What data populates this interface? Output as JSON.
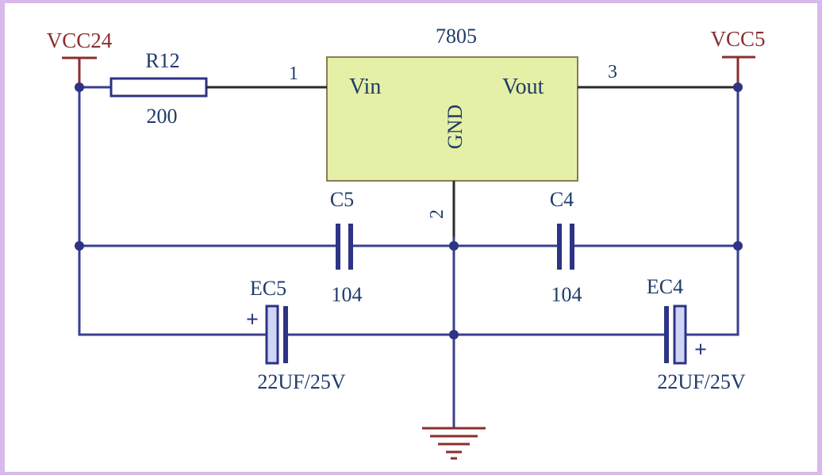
{
  "regulator": {
    "part": "7805",
    "pin_vin": "Vin",
    "pin_vout": "Vout",
    "pin_gnd": "GND",
    "pin1": "1",
    "pin2": "2",
    "pin3": "3"
  },
  "power": {
    "input": "VCC24",
    "output": "VCC5"
  },
  "resistor": {
    "ref": "R12",
    "value": "200"
  },
  "caps": {
    "c5": {
      "ref": "C5",
      "value": "104"
    },
    "c4": {
      "ref": "C4",
      "value": "104"
    },
    "ec5": {
      "ref": "EC5",
      "value": "22UF/25V",
      "polarity": "+"
    },
    "ec4": {
      "ref": "EC4",
      "value": "22UF/25V",
      "polarity": "+"
    }
  },
  "colors": {
    "wire": "#3a3f8f",
    "power_label": "#8b2e2e",
    "text": "#1f3b6a",
    "regulator_fill": "#e4f0a6",
    "background": "#ffffff"
  }
}
